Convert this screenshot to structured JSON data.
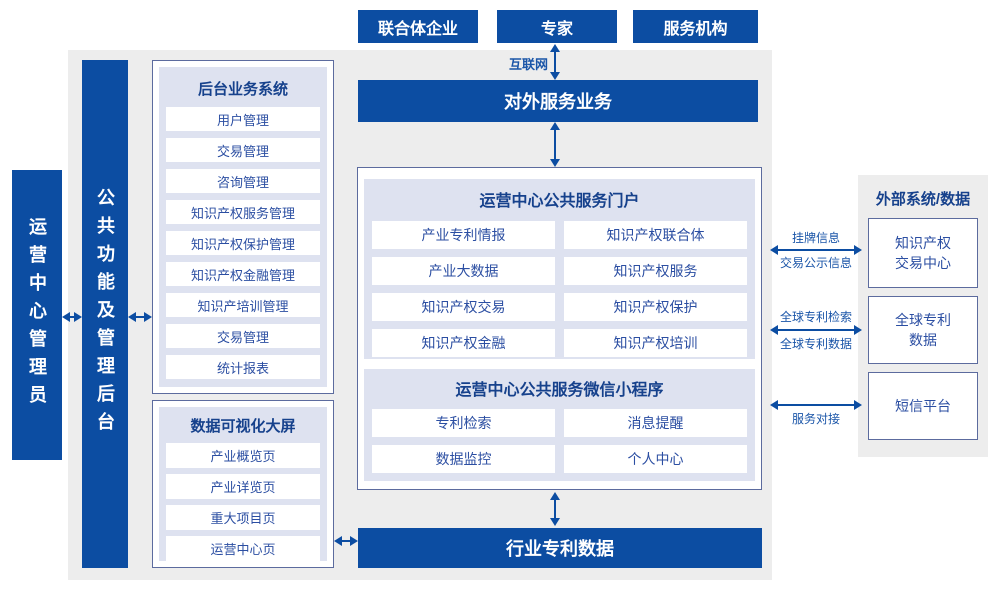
{
  "colors": {
    "primary_blue": "#0C4DA2",
    "title_navy": "#16418C",
    "item_text_blue": "#2B4EA2",
    "panel_lavender": "#DEE2F0",
    "canvas_gray": "#EDEDED",
    "box_border": "#5C6B9E"
  },
  "top_actors": [
    {
      "label": "联合体企业"
    },
    {
      "label": "专家"
    },
    {
      "label": "服务机构"
    }
  ],
  "internet_label": "互联网",
  "external_service_bar": "对外服务业务",
  "left_bars": {
    "operator": "运营中心管理员",
    "admin_backend": "公共功能及管理后台"
  },
  "backend_system": {
    "title": "后台业务系统",
    "items": [
      "用户管理",
      "交易管理",
      "咨询管理",
      "知识产权服务管理",
      "知识产权保护管理",
      "知识产权金融管理",
      "知识产培训管理",
      "交易管理",
      "统计报表"
    ]
  },
  "dashboard": {
    "title": "数据可视化大屏",
    "items": [
      "产业概览页",
      "产业详览页",
      "重大项目页",
      "运营中心页"
    ]
  },
  "portal": {
    "title": "运营中心公共服务门户",
    "items": [
      "产业专利情报",
      "知识产权联合体",
      "产业大数据",
      "知识产权服务",
      "知识产权交易",
      "知识产权保护",
      "知识产权金融",
      "知识产权培训"
    ]
  },
  "miniprogram": {
    "title": "运营中心公共服务微信小程序",
    "items": [
      "专利检索",
      "消息提醒",
      "数据监控",
      "个人中心"
    ]
  },
  "industry_patent_bar": "行业专利数据",
  "external_panel": {
    "title": "外部系统/数据",
    "boxes": [
      {
        "line1": "知识产权",
        "line2": "交易中心"
      },
      {
        "line1": "全球专利",
        "line2": "数据"
      },
      {
        "line1": "短信平台",
        "line2": ""
      }
    ]
  },
  "connections": [
    {
      "above": "挂牌信息",
      "below": "交易公示信息"
    },
    {
      "above": "全球专利检索",
      "below": "全球专利数据"
    },
    {
      "above": "",
      "below": "服务对接"
    }
  ]
}
